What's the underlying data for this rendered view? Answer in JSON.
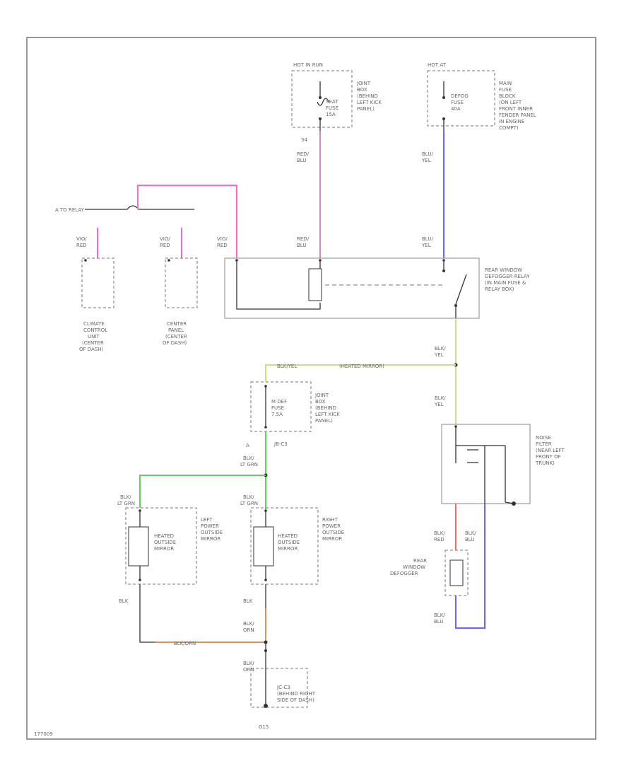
{
  "power": {
    "hot_run": "HOT IN RUN",
    "hot_at": "HOT AT",
    "seat_fuse": [
      "SEAT",
      "FUSE",
      "15A"
    ],
    "defog_fuse": [
      "DEFOG",
      "FUSE",
      "40A"
    ],
    "junction_box": [
      "JOINT",
      "BOX",
      "(BEHIND",
      "LEFT KICK",
      "PANEL)"
    ],
    "main_fuse_block": [
      "MAIN",
      "FUSE",
      "BLOCK",
      "(ON LEFT",
      "FRONT INNER",
      "FENDER PANEL",
      "IN ENGINE",
      "COMPT)"
    ]
  },
  "wires": {
    "red_blu": [
      "RED/",
      "BLU"
    ],
    "blu_yel": [
      "BLU/",
      "YEL"
    ],
    "blk_yel": [
      "BLK/",
      "YEL"
    ],
    "vio_red": [
      "VIO/",
      "RED"
    ],
    "blk_ltgrn": [
      "BLK/",
      "LT GRN"
    ],
    "blk_red": [
      "BLK/",
      "RED"
    ],
    "blk_blu": [
      "BLK/",
      "BLU"
    ],
    "blk_orn": [
      "BLK/",
      "ORN"
    ],
    "blk": "BLK",
    "wire_34": "34",
    "wire_a": "A",
    "heated_mirror_text": "(HEATED MIRROR)",
    "blk_yel_inline": "BLK/YEL",
    "blk_orn_inline": "BLK/ORN"
  },
  "relay": [
    "REAR WINDOW",
    "DEFOGGER RELAY",
    "(IN MAIN FUSE &",
    "RELAY BOX)"
  ],
  "climate": [
    "CLIMATE",
    "CONTROL",
    "UNIT",
    "(CENTER",
    "OF DASH)"
  ],
  "center_panel": [
    "CENTER",
    "PANEL",
    "(CENTER",
    "OF DASH)"
  ],
  "to_other": "A TO RELAY",
  "mirror_fuse": [
    "M DEF",
    "FUSE",
    "7.5A"
  ],
  "mirror_box": [
    "JOINT",
    "BOX",
    "(BEHIND",
    "LEFT KICK",
    "PANEL)"
  ],
  "joint_label": "JB-C3",
  "left_mirror": [
    "LEFT",
    "POWER",
    "OUTSIDE",
    "MIRROR"
  ],
  "right_mirror": [
    "RIGHT",
    "POWER",
    "OUTSIDE",
    "MIRROR"
  ],
  "heated_mirror": [
    "HEATED",
    "OUTSIDE",
    "MIRROR"
  ],
  "noise_filter": [
    "NOISE",
    "FILTER",
    "(NEAR LEFT",
    "FRONT OF",
    "TRUNK)"
  ],
  "rear_defogger": [
    "REAR",
    "WINDOW",
    "DEFOGGER"
  ],
  "ground_joint": [
    "JC-C3",
    "(BEHIND RIGHT",
    "SIDE OF DASH)"
  ],
  "ground": "G15",
  "footer_code": "177009",
  "colors": {
    "pink": "#ff66cc",
    "violet": "#cc88cc",
    "blue": "#6666ff",
    "yellow_green": "#ccdd88",
    "green": "#66cc66",
    "red": "#ff6666",
    "orange": "#cc9966"
  }
}
